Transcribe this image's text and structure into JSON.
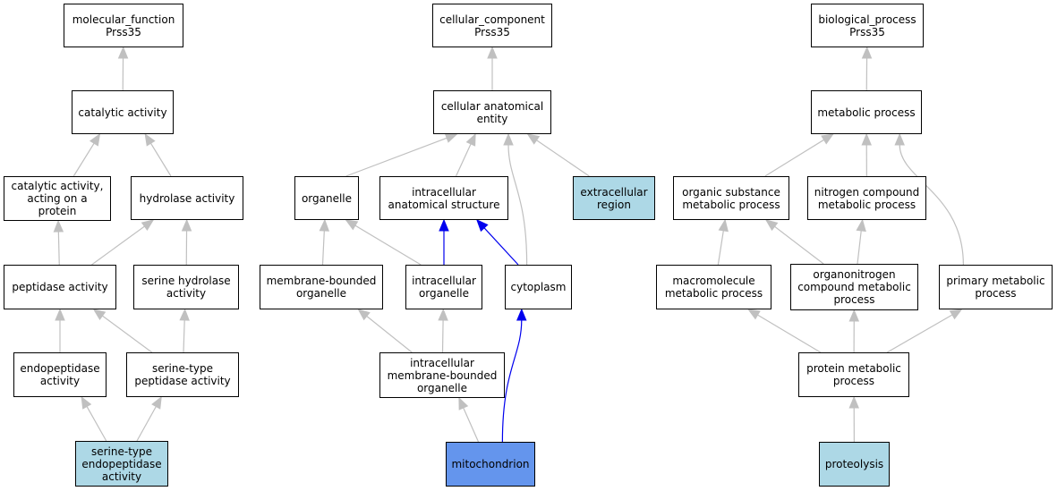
{
  "colors": {
    "edge_gray": "#c0c0c0",
    "edge_blue": "#0000ee",
    "node_light": "#add8e6",
    "node_focus": "#6495ed"
  },
  "nodes": {
    "mf_root": "molecular_function\nPrss35",
    "catalytic": "catalytic activity",
    "cat_protein": "catalytic activity,\nacting on a\nprotein",
    "hydrolase": "hydrolase activity",
    "peptidase": "peptidase activity",
    "serine_hydrolase": "serine hydrolase\nactivity",
    "endopeptidase": "endopeptidase\nactivity",
    "serine_peptidase": "serine-type\npeptidase activity",
    "serine_endopeptidase": "serine-type\nendopeptidase\nactivity",
    "cc_root": "cellular_component\nPrss35",
    "cell_anat": "cellular anatomical\nentity",
    "organelle": "organelle",
    "intra_anat": "intracellular\nanatomical structure",
    "extracellular": "extracellular\nregion",
    "membrane_org": "membrane-bounded\norganelle",
    "intra_org": "intracellular\norganelle",
    "cytoplasm": "cytoplasm",
    "intra_mem_org": "intracellular\nmembrane-bounded\norganelle",
    "mitochondrion": "mitochondrion",
    "bp_root": "biological_process\nPrss35",
    "metabolic": "metabolic process",
    "organic": "organic substance\nmetabolic process",
    "nitrogen": "nitrogen compound\nmetabolic process",
    "macromolecule": "macromolecule\nmetabolic process",
    "organonitrogen": "organonitrogen\ncompound metabolic\nprocess",
    "primary": "primary metabolic\nprocess",
    "protein_met": "protein metabolic\nprocess",
    "proteolysis": "proteolysis"
  },
  "edges": [
    {
      "from": "catalytic",
      "to": "mf_root",
      "color": "gray"
    },
    {
      "from": "cat_protein",
      "to": "catalytic",
      "color": "gray"
    },
    {
      "from": "hydrolase",
      "to": "catalytic",
      "color": "gray"
    },
    {
      "from": "peptidase",
      "to": "cat_protein",
      "color": "gray"
    },
    {
      "from": "peptidase",
      "to": "hydrolase",
      "color": "gray"
    },
    {
      "from": "serine_hydrolase",
      "to": "hydrolase",
      "color": "gray"
    },
    {
      "from": "endopeptidase",
      "to": "peptidase",
      "color": "gray"
    },
    {
      "from": "serine_peptidase",
      "to": "peptidase",
      "color": "gray"
    },
    {
      "from": "serine_peptidase",
      "to": "serine_hydrolase",
      "color": "gray"
    },
    {
      "from": "serine_endopeptidase",
      "to": "endopeptidase",
      "color": "gray"
    },
    {
      "from": "serine_endopeptidase",
      "to": "serine_peptidase",
      "color": "gray"
    },
    {
      "from": "cell_anat",
      "to": "cc_root",
      "color": "gray"
    },
    {
      "from": "organelle",
      "to": "cell_anat",
      "color": "gray"
    },
    {
      "from": "intra_anat",
      "to": "cell_anat",
      "color": "gray"
    },
    {
      "from": "extracellular",
      "to": "cell_anat",
      "color": "gray"
    },
    {
      "from": "cytoplasm",
      "to": "cell_anat",
      "color": "gray"
    },
    {
      "from": "membrane_org",
      "to": "organelle",
      "color": "gray"
    },
    {
      "from": "intra_org",
      "to": "organelle",
      "color": "gray"
    },
    {
      "from": "intra_org",
      "to": "intra_anat",
      "color": "blue"
    },
    {
      "from": "cytoplasm",
      "to": "intra_anat",
      "color": "blue"
    },
    {
      "from": "intra_mem_org",
      "to": "membrane_org",
      "color": "gray"
    },
    {
      "from": "intra_mem_org",
      "to": "intra_org",
      "color": "gray"
    },
    {
      "from": "mitochondrion",
      "to": "intra_mem_org",
      "color": "gray"
    },
    {
      "from": "mitochondrion",
      "to": "cytoplasm",
      "color": "blue"
    },
    {
      "from": "metabolic",
      "to": "bp_root",
      "color": "gray"
    },
    {
      "from": "organic",
      "to": "metabolic",
      "color": "gray"
    },
    {
      "from": "nitrogen",
      "to": "metabolic",
      "color": "gray"
    },
    {
      "from": "primary",
      "to": "metabolic",
      "color": "gray"
    },
    {
      "from": "macromolecule",
      "to": "organic",
      "color": "gray"
    },
    {
      "from": "organonitrogen",
      "to": "organic",
      "color": "gray"
    },
    {
      "from": "organonitrogen",
      "to": "nitrogen",
      "color": "gray"
    },
    {
      "from": "protein_met",
      "to": "macromolecule",
      "color": "gray"
    },
    {
      "from": "protein_met",
      "to": "organonitrogen",
      "color": "gray"
    },
    {
      "from": "protein_met",
      "to": "primary",
      "color": "gray"
    },
    {
      "from": "proteolysis",
      "to": "protein_met",
      "color": "gray"
    }
  ]
}
